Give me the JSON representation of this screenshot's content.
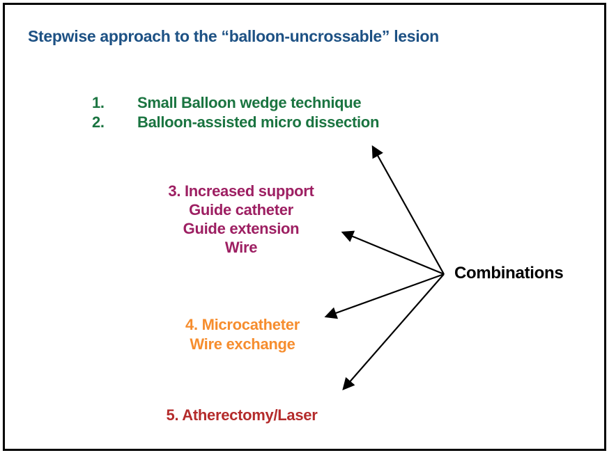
{
  "slide": {
    "title": "Stepwise approach to the “balloon-uncrossable” lesion",
    "steps_1_2": [
      {
        "number": "1.",
        "label": "Small Balloon wedge technique"
      },
      {
        "number": "2.",
        "label": "Balloon-assisted micro dissection"
      }
    ],
    "step3_lines": [
      "3. Increased support",
      "Guide catheter",
      "Guide extension",
      "Wire"
    ],
    "step4_lines": [
      "4. Microcatheter",
      "Wire exchange"
    ],
    "step5_label": "5. Atherectomy/Laser",
    "combinations_label": "Combinations"
  },
  "colors": {
    "title": "#1D5184",
    "steps_1_2": "#1A7440",
    "step_3": "#9D1F62",
    "step_4": "#F68D2E",
    "step_5": "#B42B2B",
    "combinations": "#000000",
    "arrows": "#000000",
    "border": "#000000"
  }
}
